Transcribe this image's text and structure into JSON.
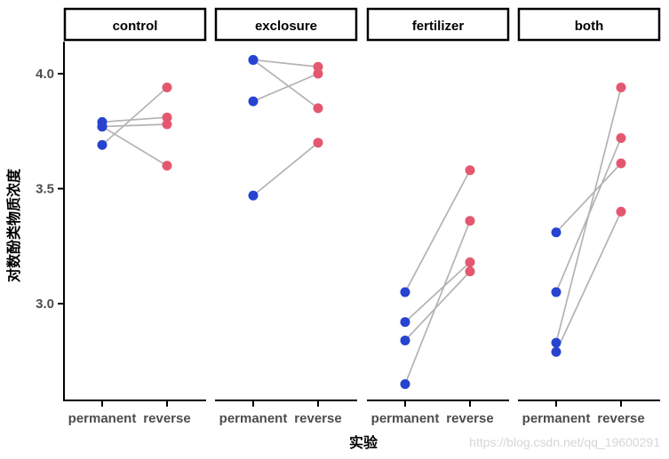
{
  "watermark": {
    "text": "https://blog.csdn.net/qq_19600291",
    "color": "#d6d6d6"
  },
  "chart_data": {
    "type": "scatter",
    "subtype": "paired-dot-plot-with-connecting-lines",
    "title": "",
    "xlabel": "实验",
    "ylabel": "对数酚类物质浓度",
    "x_categories": [
      "permanent",
      "reverse"
    ],
    "yticks": [
      "4.0",
      "3.5",
      "3.0"
    ],
    "ytick_values": [
      4.0,
      3.5,
      3.0
    ],
    "ylim": [
      2.58,
      4.14
    ],
    "grid": false,
    "legend": "none",
    "facets": [
      {
        "label": "control",
        "pairs": [
          [
            3.79,
            3.81
          ],
          [
            3.77,
            3.78
          ],
          [
            3.77,
            3.6
          ],
          [
            3.69,
            3.94
          ]
        ]
      },
      {
        "label": "exclosure",
        "pairs": [
          [
            4.06,
            4.03
          ],
          [
            4.06,
            3.85
          ],
          [
            3.88,
            4.0
          ],
          [
            3.47,
            3.7
          ]
        ]
      },
      {
        "label": "fertilizer",
        "pairs": [
          [
            3.05,
            3.58
          ],
          [
            2.92,
            3.18
          ],
          [
            2.84,
            3.14
          ],
          [
            2.65,
            3.36
          ]
        ]
      },
      {
        "label": "both",
        "pairs": [
          [
            3.31,
            3.61
          ],
          [
            3.05,
            3.72
          ],
          [
            2.83,
            3.94
          ],
          [
            2.79,
            3.4
          ]
        ]
      }
    ],
    "colors": {
      "permanent_point": "#2743d0",
      "reverse_point": "#e4586f",
      "pair_line": "#b3b3b3",
      "axis_line": "#000000",
      "tick_label": "#4d4d4d",
      "strip_border": "#000000",
      "strip_fill": "#ffffff"
    }
  }
}
